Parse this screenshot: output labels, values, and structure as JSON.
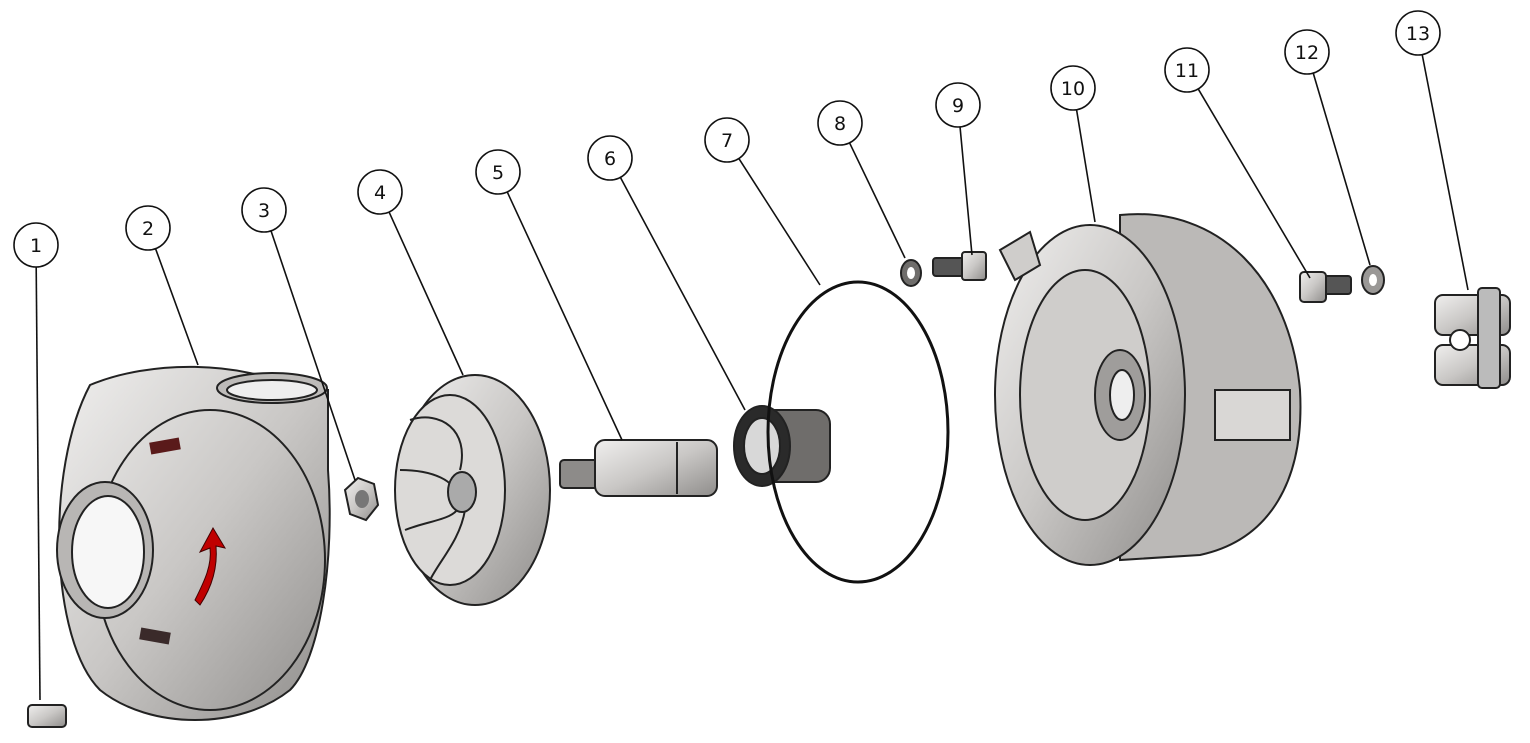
{
  "diagram": {
    "type": "exploded-assembly-view",
    "balloons": [
      {
        "number": "1"
      },
      {
        "number": "2"
      },
      {
        "number": "3"
      },
      {
        "number": "4"
      },
      {
        "number": "5"
      },
      {
        "number": "6"
      },
      {
        "number": "7"
      },
      {
        "number": "8"
      },
      {
        "number": "9"
      },
      {
        "number": "10"
      },
      {
        "number": "11"
      },
      {
        "number": "12"
      },
      {
        "number": "13"
      }
    ]
  },
  "colors": {
    "part_fill": "#d4d2d0",
    "part_dark": "#8c8a88",
    "arrow": "#c00000",
    "line": "#111111"
  }
}
